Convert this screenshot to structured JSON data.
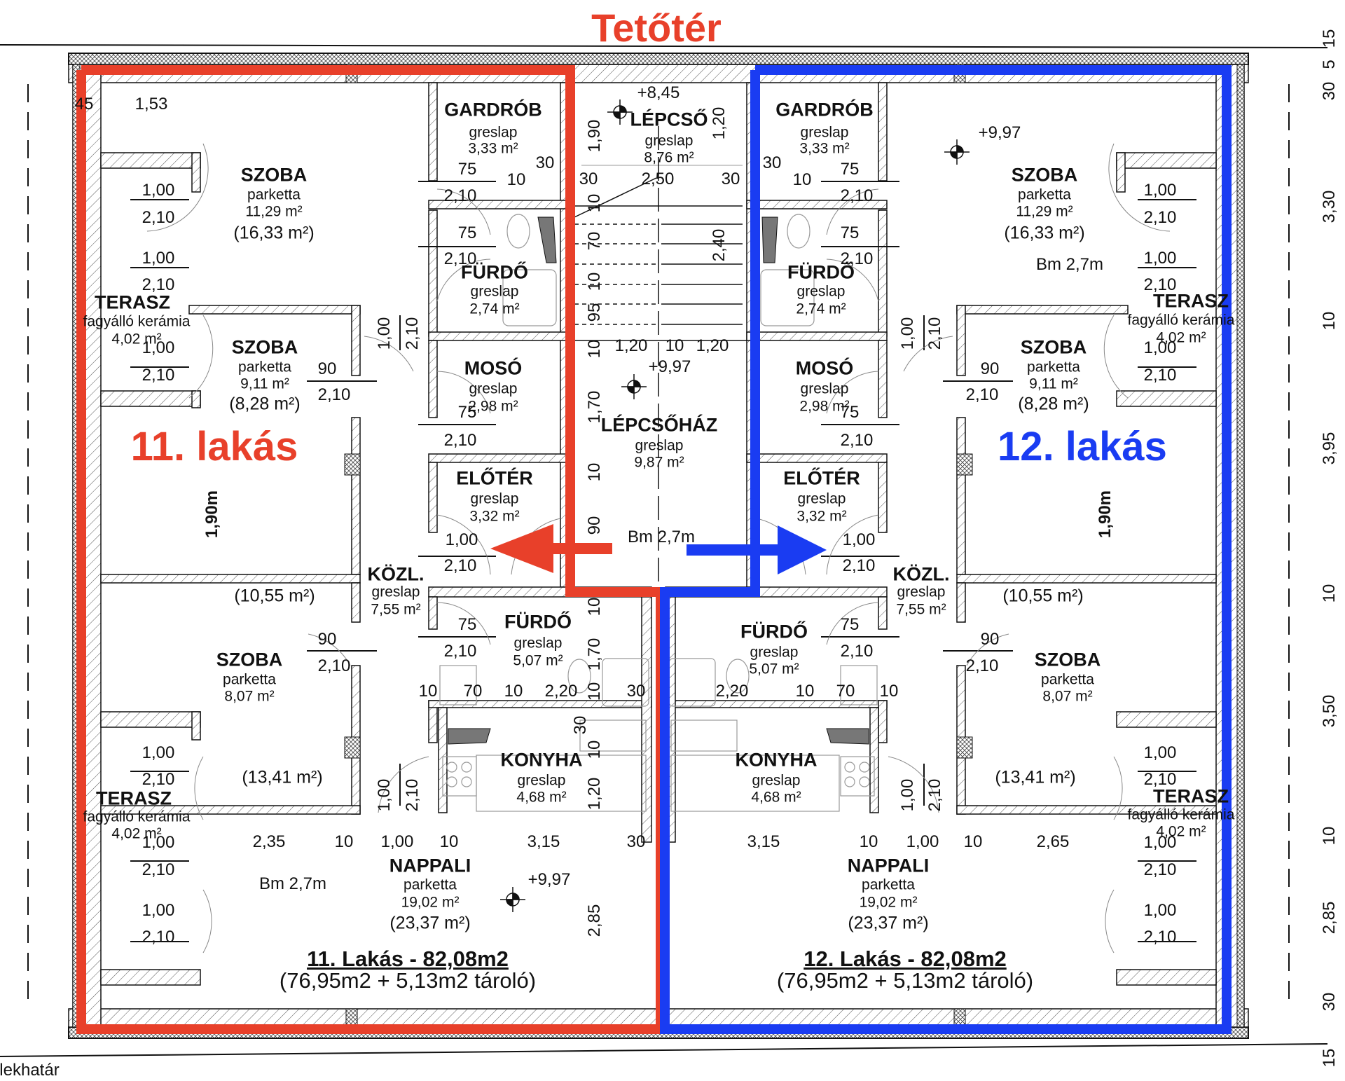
{
  "title": "Tetőtér",
  "colors": {
    "apt11": "#E8402A",
    "apt12": "#1A3CF2",
    "wall": "#111111"
  },
  "labels": {
    "apt11": "11. lakás",
    "apt12": "12. lakás",
    "plot_boundary": "lekhatár",
    "room_height": "Bm 2,7m",
    "vertical_note": "1,90m"
  },
  "summary": {
    "apt11": {
      "heading": "11. Lakás - 82,08m2",
      "detail": "(76,95m2 + 5,13m2 tároló)"
    },
    "apt12": {
      "heading": "12. Lakás - 82,08m2",
      "detail": "(76,95m2 + 5,13m2 tároló)"
    }
  },
  "rooms": {
    "gardrob": {
      "name": "GARDRÓB",
      "floor": "greslap",
      "area": "3,33 m²"
    },
    "szoba1": {
      "name": "SZOBA",
      "floor": "parketta",
      "area": "11,29 m²",
      "area_total": "(16,33 m²)"
    },
    "furdo1": {
      "name": "FÜRDŐ",
      "floor": "greslap",
      "area": "2,74 m²"
    },
    "terasz": {
      "name": "TERASZ",
      "floor": "fagyálló kerámia",
      "area": "4,02 m²"
    },
    "szoba2": {
      "name": "SZOBA",
      "floor": "parketta",
      "area": "9,11 m²",
      "area_total": "(8,28 m²)"
    },
    "moso": {
      "name": "MOSÓ",
      "floor": "greslap",
      "area": "2,98 m²"
    },
    "eloter": {
      "name": "ELŐTÉR",
      "floor": "greslap",
      "area": "3,32 m²"
    },
    "kozl": {
      "name": "KÖZL.",
      "floor": "greslap",
      "area": "7,55 m²",
      "area_total": "(10,55 m²)"
    },
    "furdo2": {
      "name": "FÜRDŐ",
      "floor": "greslap",
      "area": "5,07 m²"
    },
    "szoba3": {
      "name": "SZOBA",
      "floor": "parketta",
      "area": "8,07 m²",
      "area_total": "(13,41 m²)"
    },
    "konyha": {
      "name": "KONYHA",
      "floor": "greslap",
      "area": "4,68 m²"
    },
    "nappali": {
      "name": "NAPPALI",
      "floor": "parketta",
      "area": "19,02 m²",
      "area_total": "(23,37 m²)"
    },
    "lepcso": {
      "name": "LÉPCSŐ",
      "floor": "greslap",
      "area": "8,76 m²"
    },
    "lepcsohaz": {
      "name": "LÉPCSŐHÁZ",
      "floor": "greslap",
      "area": "9,87 m²"
    }
  },
  "levels": {
    "stair_top": "+8,45",
    "floor": "+9,97"
  },
  "right_dimensions": [
    "15",
    "5",
    "30",
    "3,30",
    "10",
    "3,95",
    "10",
    "3,50",
    "10",
    "2,85",
    "30",
    "15"
  ],
  "dims": {
    "d100": "1,00",
    "d210": "2,10",
    "d75": "75",
    "d90": "90",
    "d30": "30",
    "d10": "10",
    "d153": "1,53",
    "d45": "45",
    "d250": "2,50",
    "d190": "1,90",
    "d120": "1,20",
    "d240": "2,40",
    "d70": "70",
    "d95": "95",
    "d170": "1,70",
    "d220": "2,20",
    "d235": "2,35",
    "d315": "3,15",
    "d265": "2,65",
    "d285": "2,85"
  }
}
